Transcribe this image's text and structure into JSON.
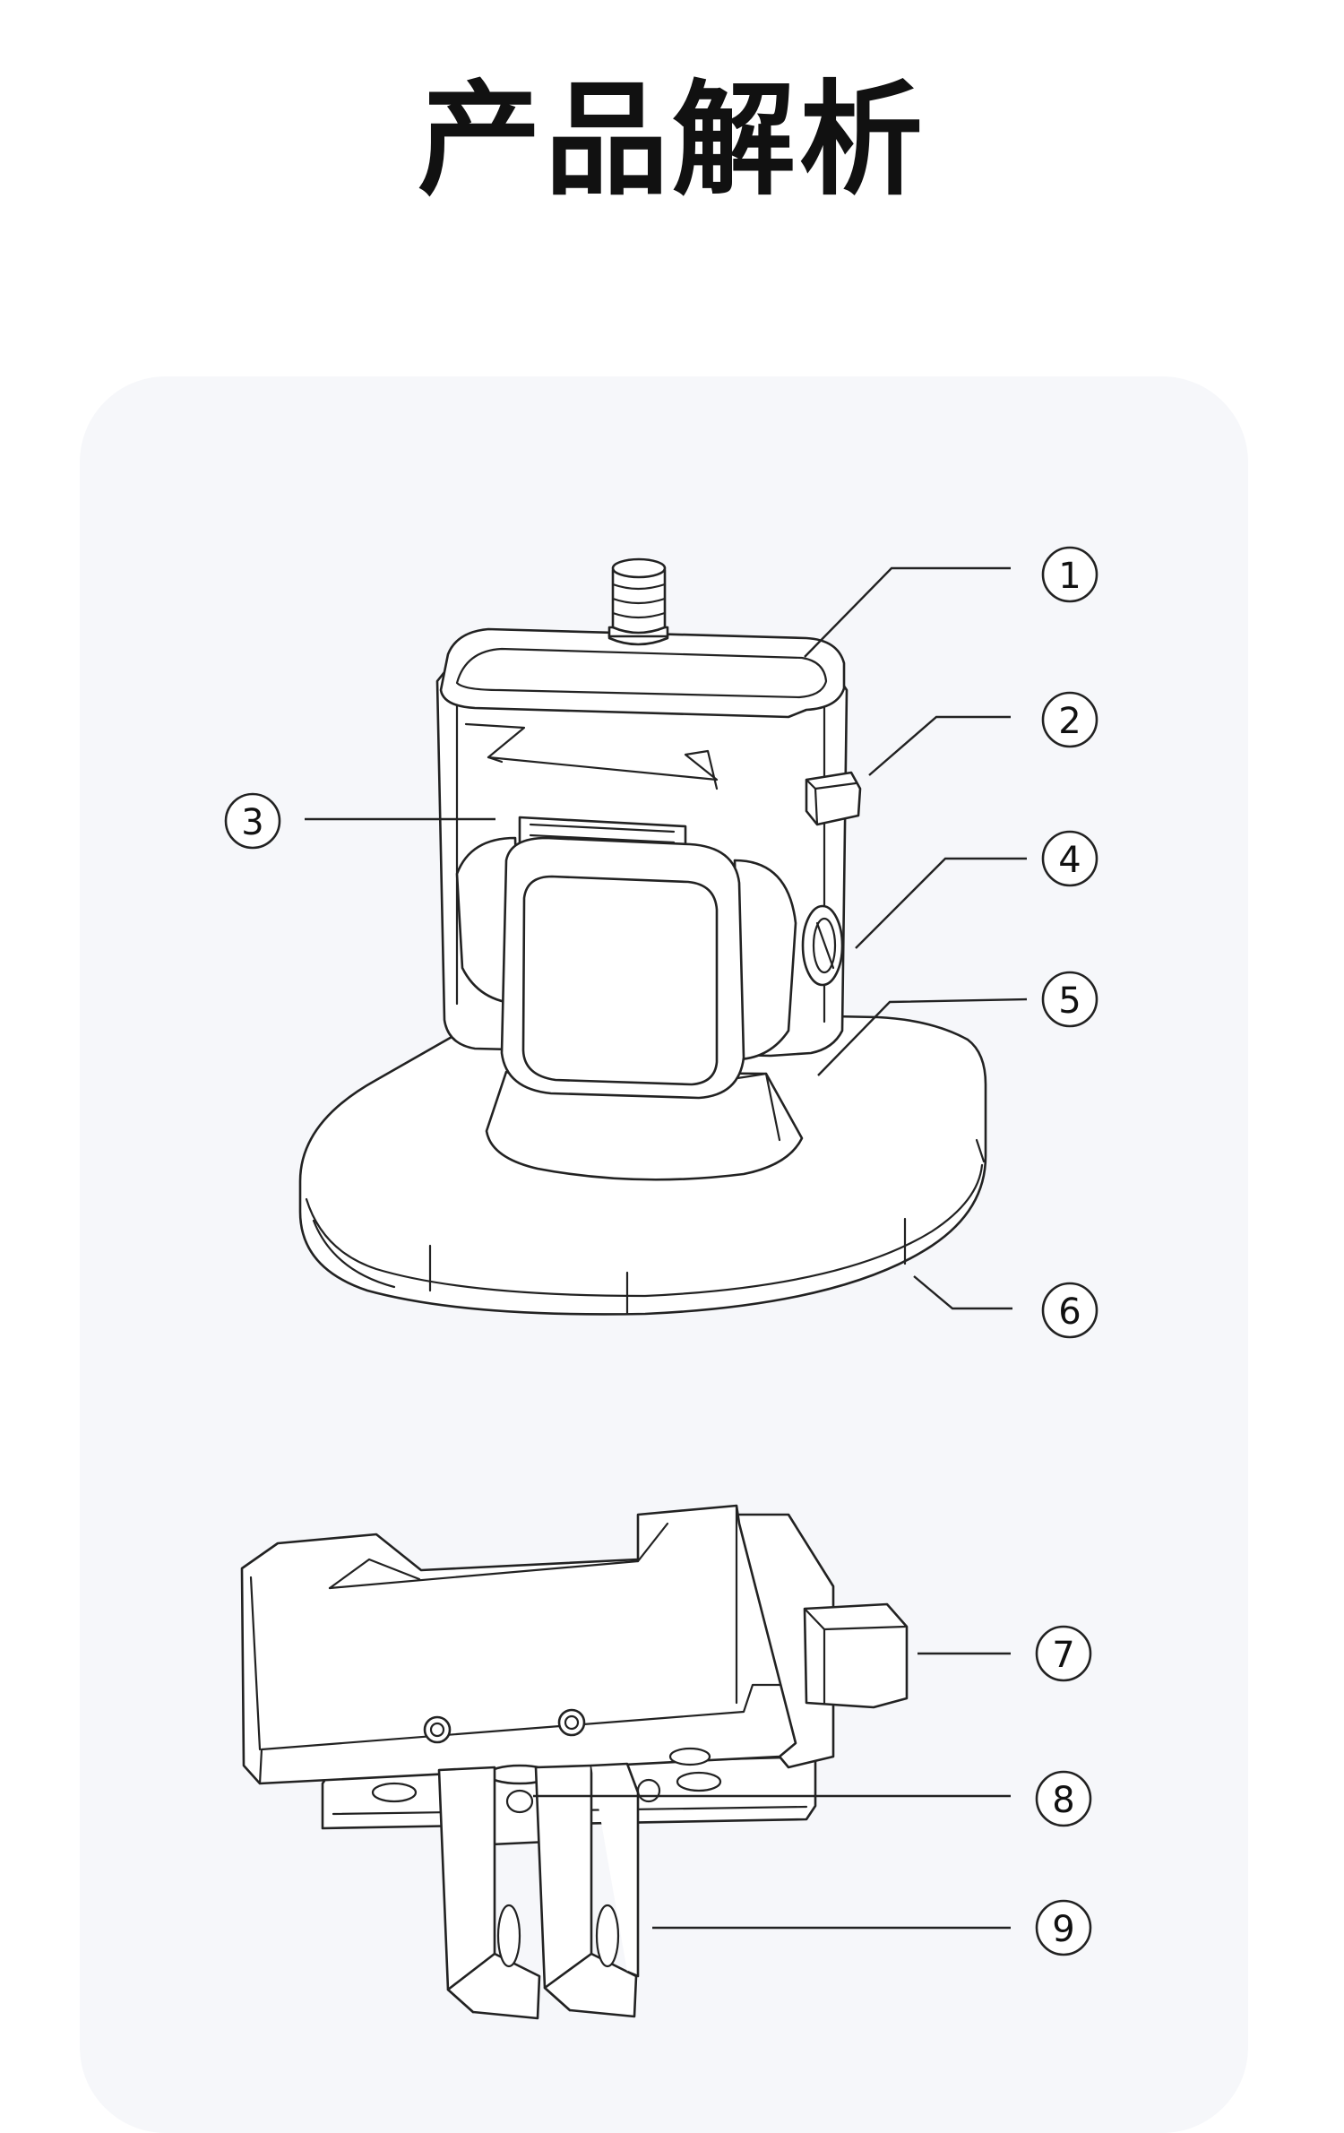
{
  "title": "产品解析",
  "callouts": [
    "1",
    "2",
    "3",
    "4",
    "5",
    "6",
    "7",
    "8",
    "9"
  ],
  "colors": {
    "background": "#ffffff",
    "panel": "#f6f7fa",
    "line": "#222222",
    "title": "#111111"
  }
}
